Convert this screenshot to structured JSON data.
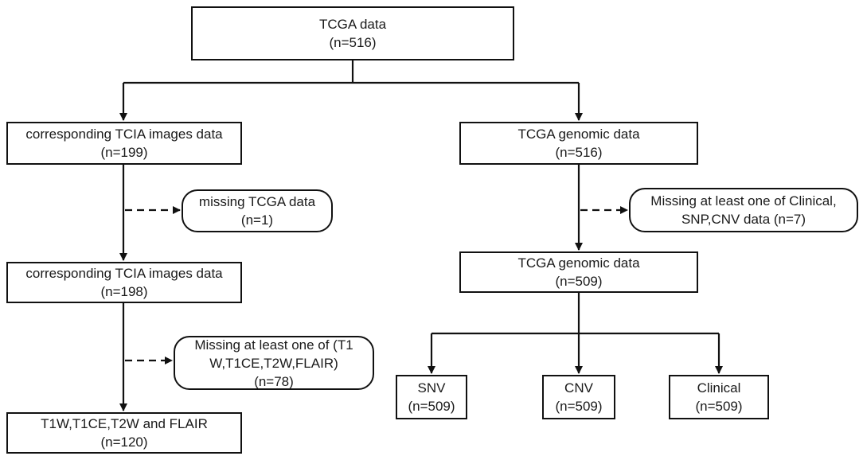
{
  "nodes": {
    "tcga_data": {
      "line1": "TCGA data",
      "line2": "(n=516)"
    },
    "tcia_images_1": {
      "line1": "corresponding TCIA images data",
      "line2": "(n=199)"
    },
    "tcga_genomic_1": {
      "line1": "TCGA genomic data",
      "line2": "(n=516)"
    },
    "missing_tcga": {
      "line1": "missing TCGA data",
      "line2": "(n=1)"
    },
    "missing_clinical": {
      "line1": "Missing at least one of Clinical,",
      "line2": "SNP,CNV data (n=7)"
    },
    "tcia_images_2": {
      "line1": "corresponding TCIA images data",
      "line2": "(n=198)"
    },
    "tcga_genomic_2": {
      "line1": "TCGA genomic data",
      "line2": "(n=509)"
    },
    "missing_sequences": {
      "line1": "Missing at least one of (T1",
      "line2": "W,T1CE,T2W,FLAIR)",
      "line3": "(n=78)"
    },
    "snv": {
      "line1": "SNV",
      "line2": "(n=509)"
    },
    "cnv": {
      "line1": "CNV",
      "line2": "(n=509)"
    },
    "clinical": {
      "line1": "Clinical",
      "line2": "(n=509)"
    },
    "all_sequences": {
      "line1": "T1W,T1CE,T2W and FLAIR",
      "line2": "(n=120)"
    }
  },
  "colors": {
    "line": "#111111",
    "text": "#1a1a1a"
  }
}
